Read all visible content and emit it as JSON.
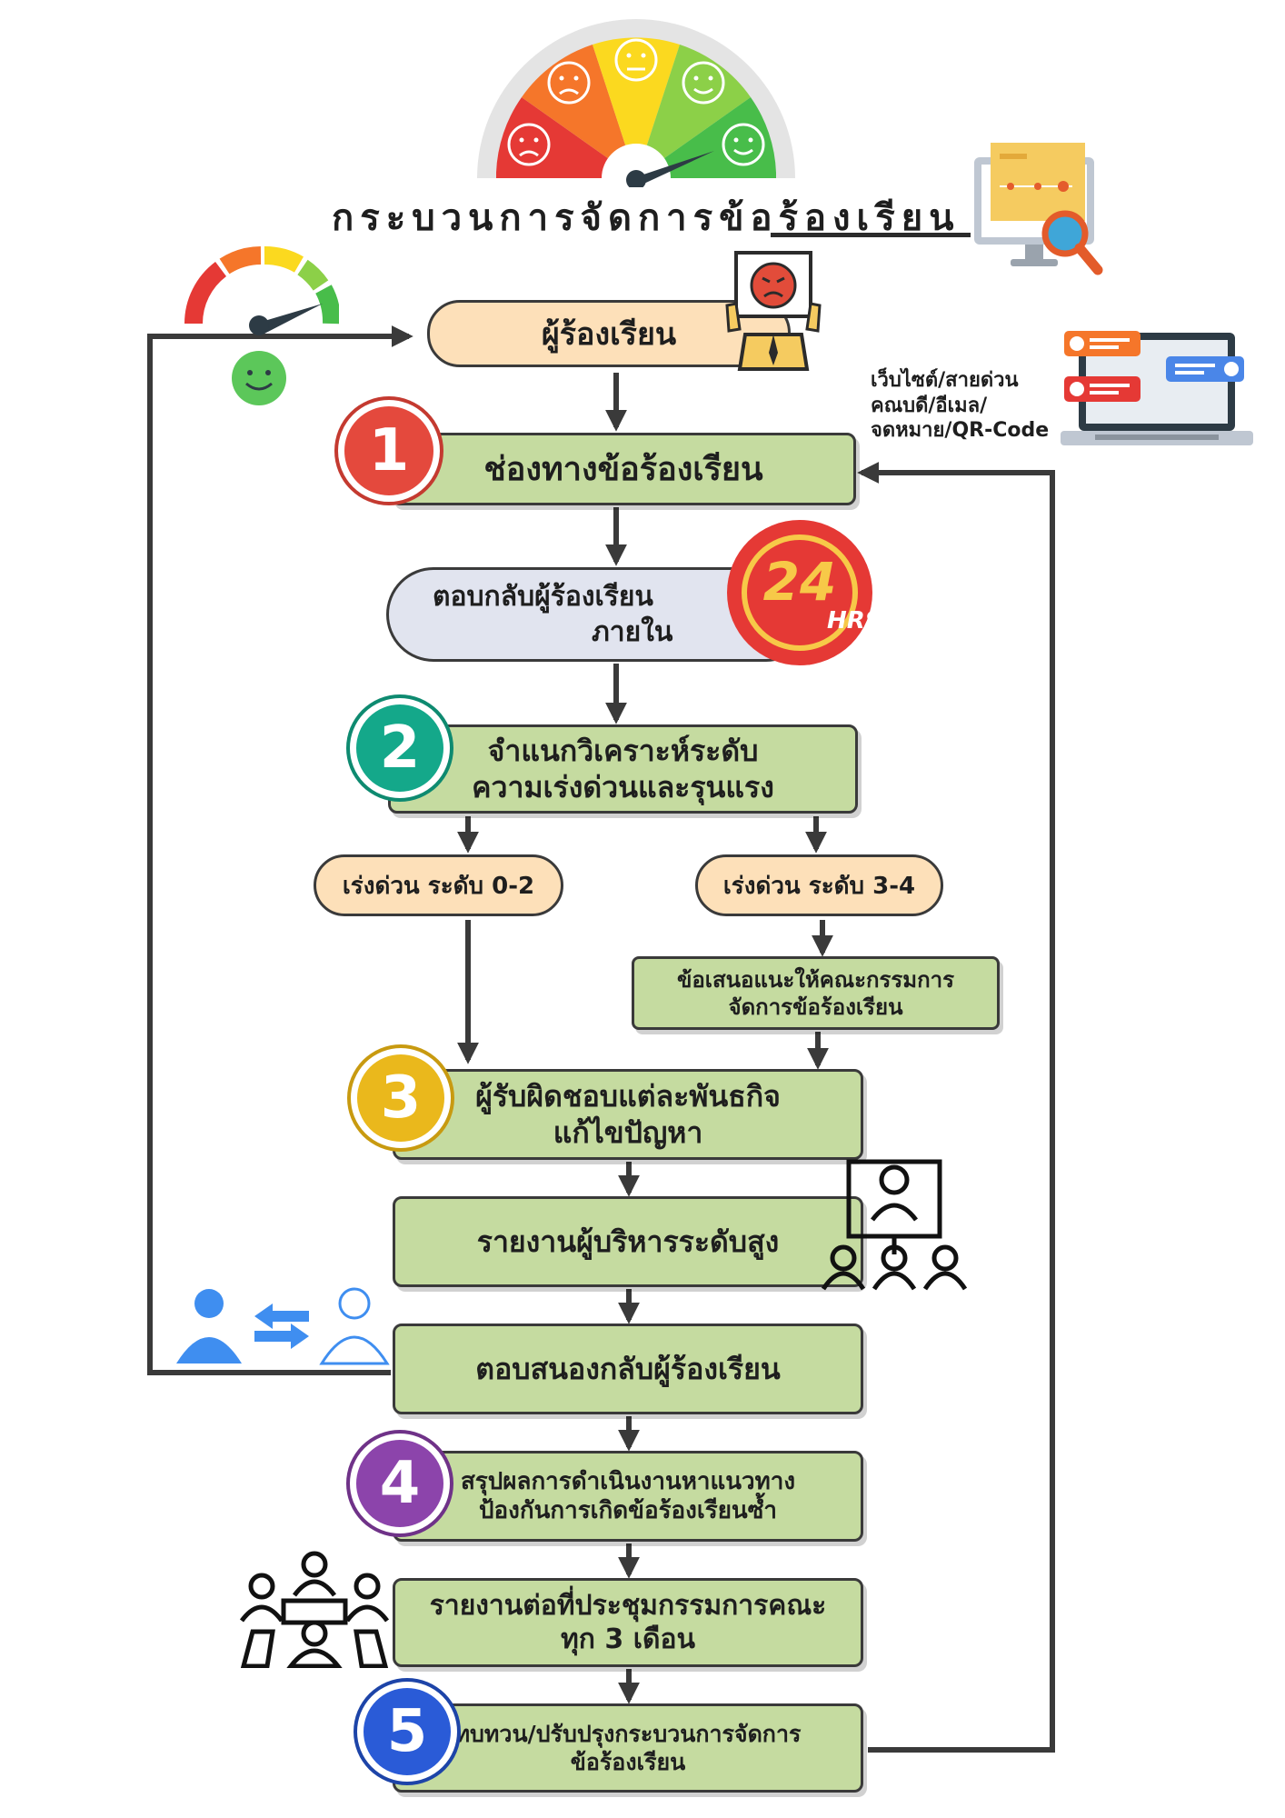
{
  "title": "กระบวนการจัดการข้อร้องเรียน",
  "complainant": {
    "label": "ผู้ร้องเรียน"
  },
  "channel_types": {
    "line1": "เว็บไซต์/สายด่วน",
    "line2": "คณบดี/อีเมล/",
    "line3": "จดหมาย/QR-Code"
  },
  "timer_badge": {
    "number": "24",
    "unit": "HRS"
  },
  "steps": [
    {
      "number": "1",
      "line1": "ช่องทางข้อร้องเรียน",
      "color": "#e4493d"
    },
    {
      "number": "2",
      "line1": "จำแนกวิเคราะห์ระดับ",
      "line2": "ความเร่งด่วนและรุนแรง",
      "color": "#14a88a"
    },
    {
      "number": "3",
      "line1": "ผู้รับผิดชอบแต่ละพันธกิจ",
      "line2": "แก้ไขปัญหา",
      "color": "#eab81c"
    },
    {
      "number": "4",
      "line1": "สรุปผลการดำเนินงานหาแนวทาง",
      "line2": "ป้องกันการเกิดข้อร้องเรียนซ้ำ",
      "color": "#8c44ab"
    },
    {
      "number": "5",
      "line1": "ทบทวน/ปรับปรุงกระบวนการจัดการ",
      "line2": "ข้อร้องเรียน",
      "color": "#2a5bd7"
    }
  ],
  "initial_response": {
    "line1": "ตอบกลับผู้ร้องเรียน",
    "line2": "ภายใน"
  },
  "urgency": {
    "low": "เร่งด่วน ระดับ 0-2",
    "high": "เร่งด่วน ระดับ 3-4"
  },
  "committee_proposal": {
    "line1": "ข้อเสนอแนะให้คณะกรรมการ",
    "line2": "จัดการข้อร้องเรียน"
  },
  "executive_report": {
    "label": "รายงานผู้บริหารระดับสูง"
  },
  "respond_back": {
    "label": "ตอบสนองกลับผู้ร้องเรียน"
  },
  "meeting_report": {
    "line1": "รายงานต่อที่ประชุมกรรมการคณะ",
    "line2": "ทุก 3 เดือน"
  },
  "colors": {
    "box_green": "#c5dba0",
    "pill_peach": "#fde0b9",
    "pill_grey": "#e1e4ef",
    "line": "#3a3a3a"
  }
}
